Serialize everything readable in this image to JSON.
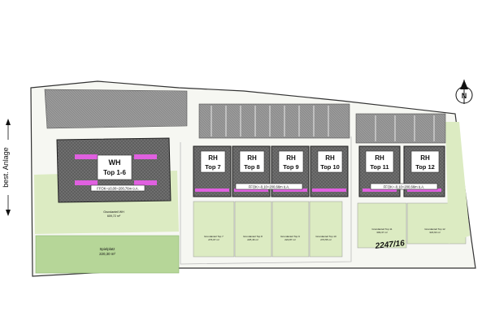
{
  "plot": {
    "side_label": "best. Anlage",
    "parcel_number": "2247/16",
    "north_letter": "N"
  },
  "buildings": {
    "wh": {
      "line1": "WH",
      "line2": "Top 1-6",
      "ffok": "FFOK=±0,00=200,76m ü.A."
    },
    "rh_group1": {
      "ffok": "FFOK=-0,10=200,66m ü.A.",
      "units": [
        {
          "line1": "RH",
          "line2": "Top 7"
        },
        {
          "line1": "RH",
          "line2": "Top 8"
        },
        {
          "line1": "RH",
          "line2": "Top 9"
        },
        {
          "line1": "RH",
          "line2": "Top 10"
        }
      ]
    },
    "rh_group2": {
      "ffok": "FFOK=-0,10=200,66m ü.A.",
      "units": [
        {
          "line1": "RH",
          "line2": "Top 11"
        },
        {
          "line1": "RH",
          "line2": "Top 12"
        }
      ]
    }
  },
  "areas": {
    "wh_garden": {
      "name": "Grundanteil WH",
      "size": "609,72 m²"
    },
    "play": {
      "name": "Spielplatz",
      "size": "220,30 m²"
    },
    "gardens": [
      {
        "name": "Grundanteil Top 7",
        "size": "276,07 m²"
      },
      {
        "name": "Grundanteil Top 8",
        "size": "225,46 m²"
      },
      {
        "name": "Grundanteil Top 9",
        "size": "222,87 m²"
      },
      {
        "name": "Grundanteil Top 10",
        "size": "270,55 m²"
      },
      {
        "name": "Grundanteil Top 11",
        "size": "309,37 m²"
      },
      {
        "name": "Grundanteil Top 12",
        "size": "323,63 m²"
      }
    ]
  },
  "colors": {
    "lawn": "#dcebc2",
    "play_area": "#b6d698",
    "roof": "#6e6e6e",
    "window": "#e060e0",
    "road": "#ffffff"
  }
}
